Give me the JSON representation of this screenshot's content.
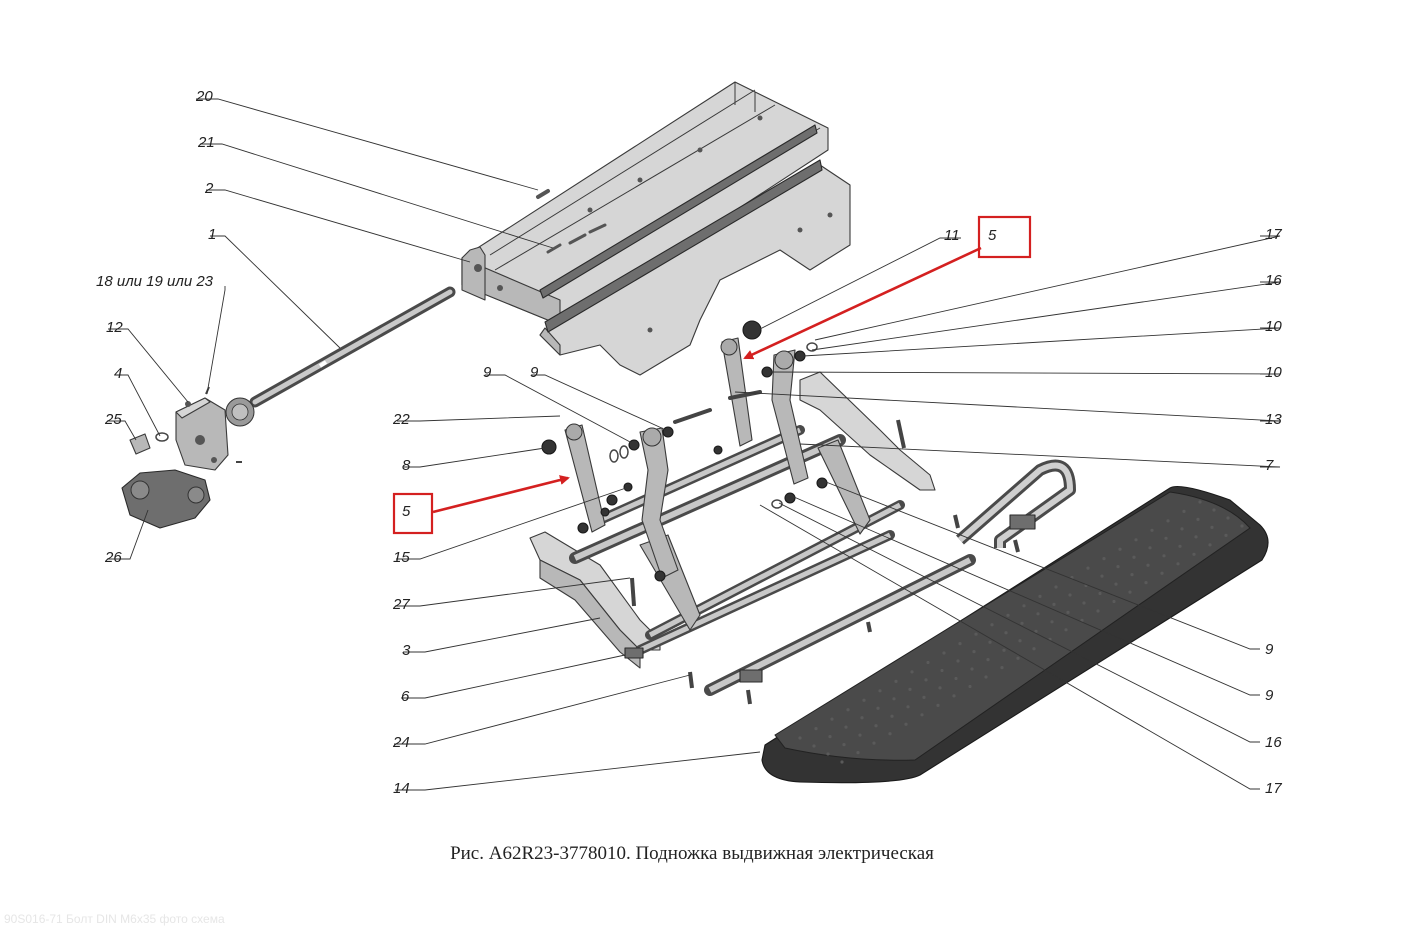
{
  "caption": "Рис. A62R23-3778010. Подножка выдвижная электрическая",
  "watermark": "90S016-71 Болт DIN M6x35 фото схема",
  "colors": {
    "highlight": "#d42020",
    "part_fill": "#b8b8b8",
    "line": "#333333"
  },
  "callouts": {
    "c20": "20",
    "c21": "21",
    "c2": "2",
    "c1": "1",
    "c18_19_23": "18 или 19 или 23",
    "c12": "12",
    "c4": "4",
    "c25": "25",
    "c26": "26",
    "c9a": "9",
    "c9b": "9",
    "c22": "22",
    "c8": "8",
    "c5a": "5",
    "c15": "15",
    "c27": "27",
    "c3": "3",
    "c6": "6",
    "c24": "24",
    "c14": "14",
    "c11": "11",
    "c5b": "5",
    "c17a": "17",
    "c16a": "16",
    "c10a": "10",
    "c10b": "10",
    "c13": "13",
    "c7": "7",
    "c9c": "9",
    "c9d": "9",
    "c16b": "16",
    "c17b": "17"
  }
}
